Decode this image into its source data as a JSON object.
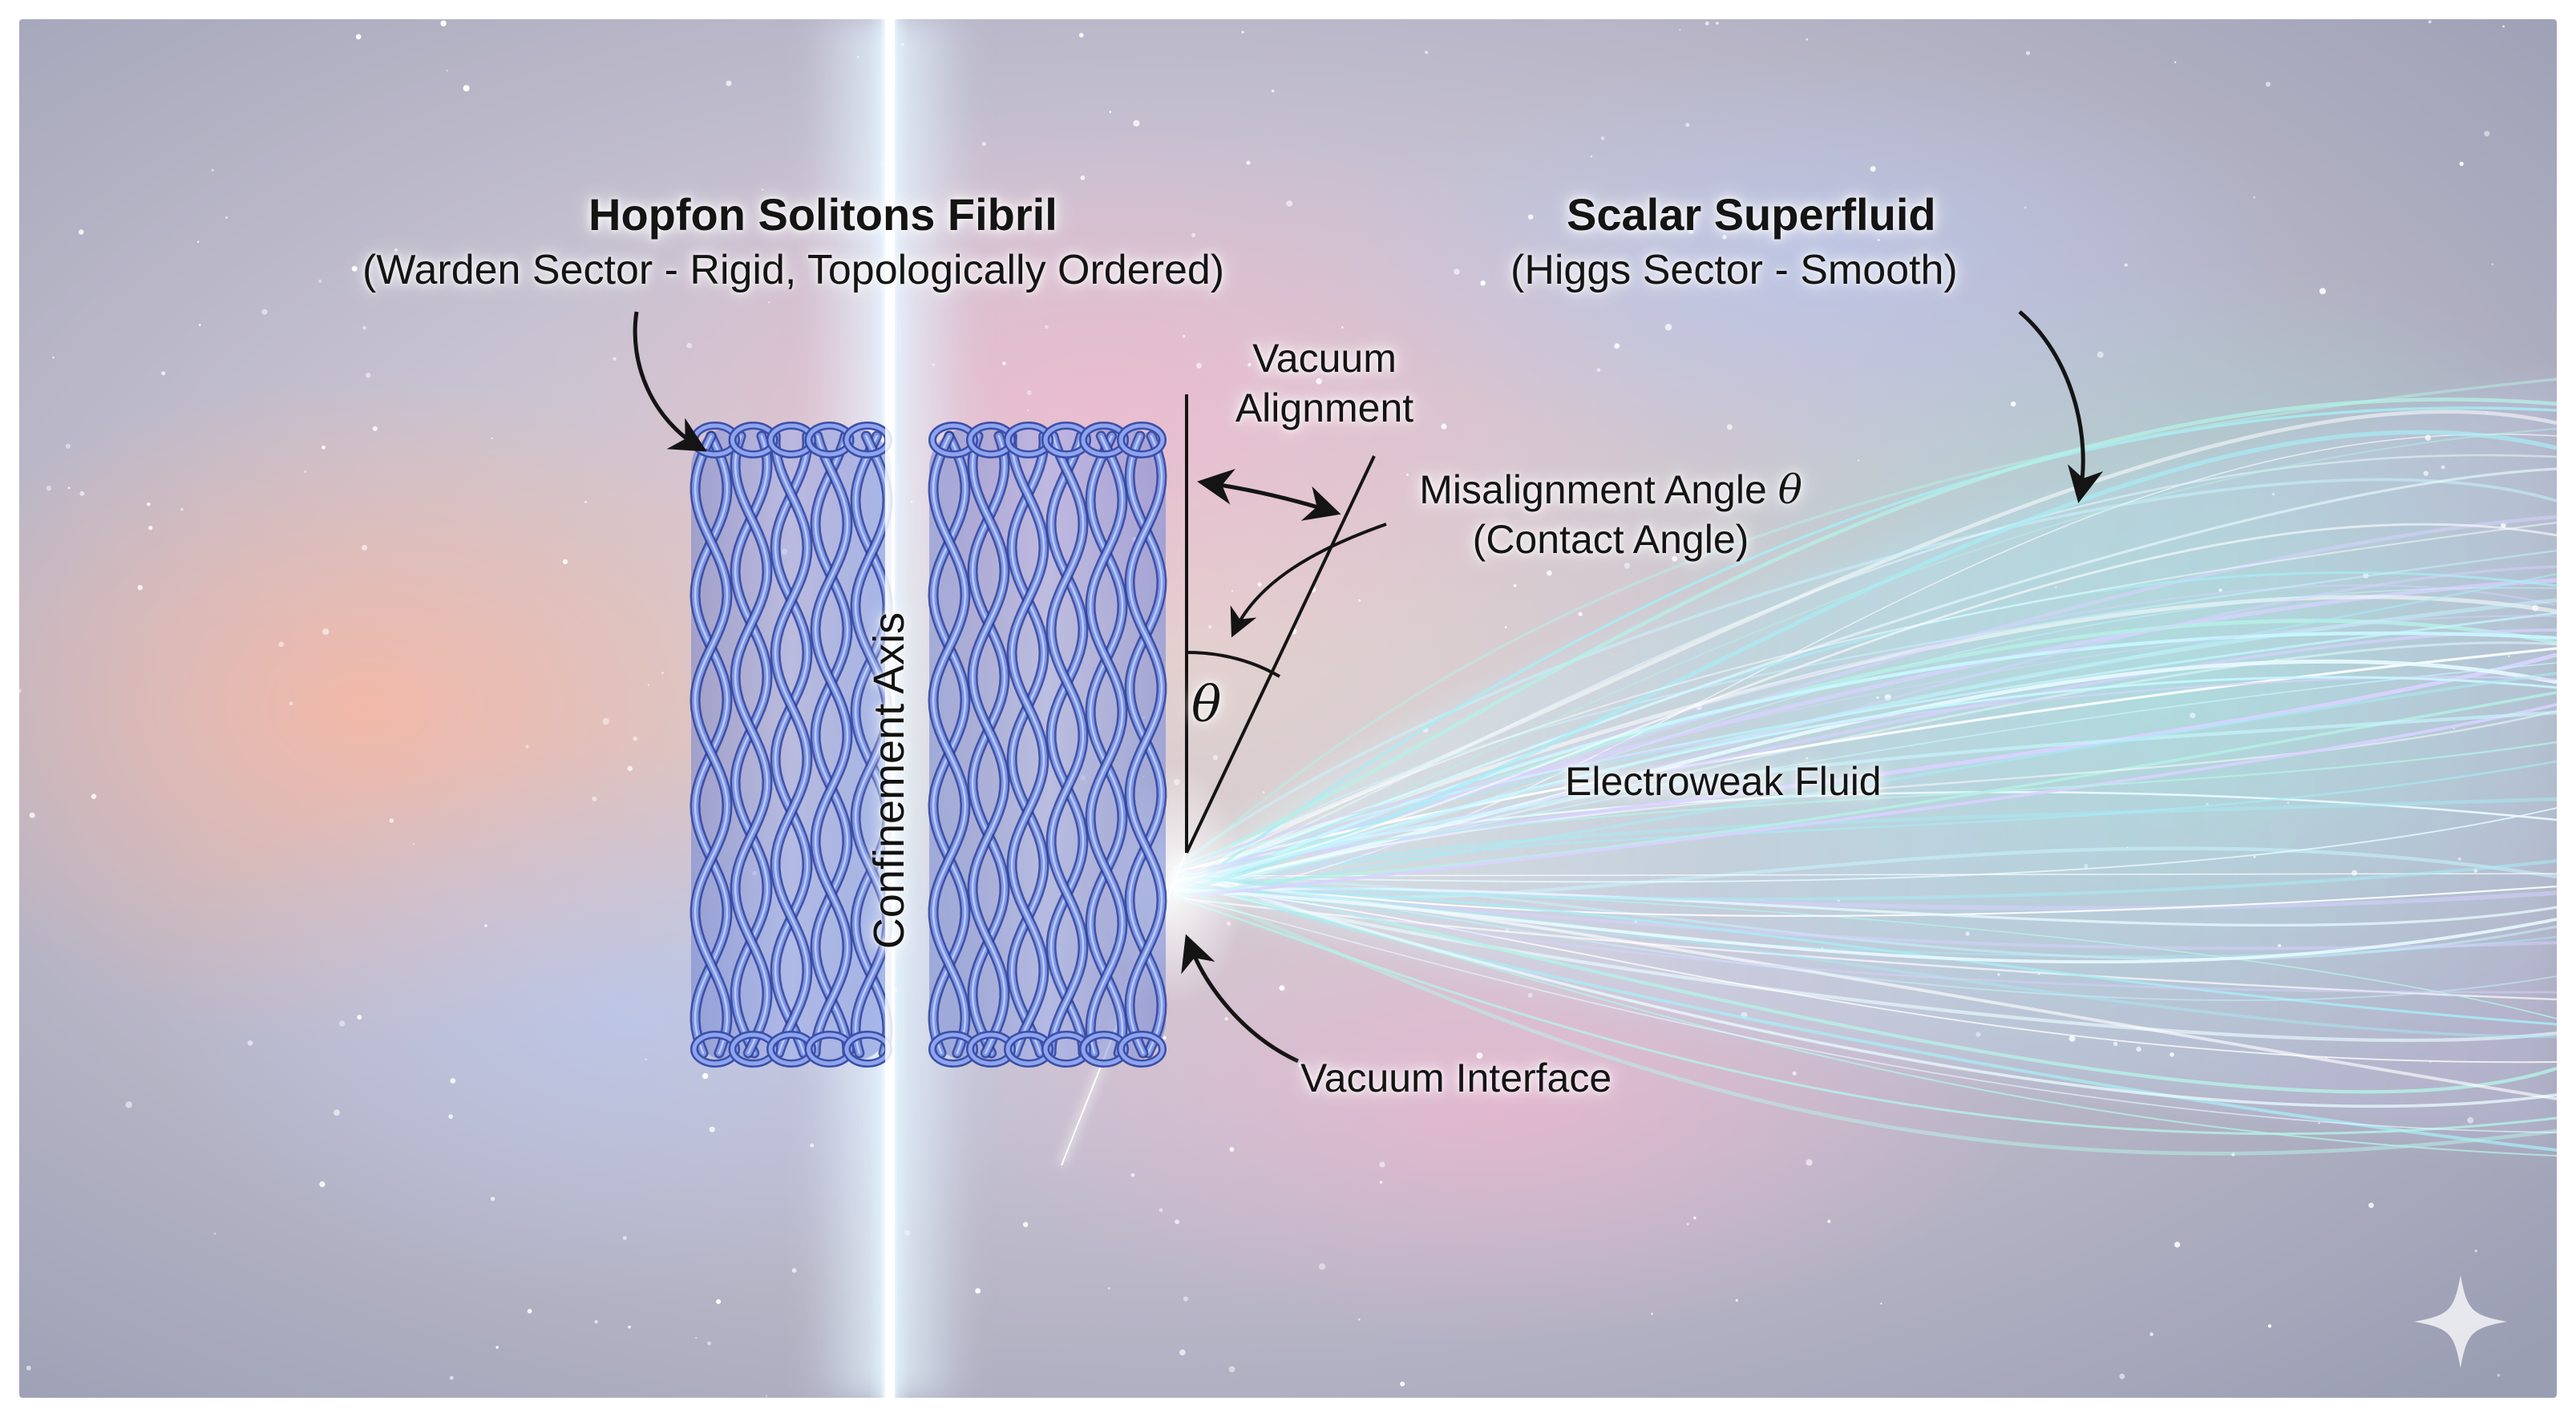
{
  "labels": {
    "fibril_title": "Hopfon Solitons Fibril",
    "fibril_subtitle": "(Warden Sector - Rigid, Topologically Ordered)",
    "fluid_title": "Scalar Superfluid",
    "fluid_subtitle": "(Higgs Sector - Smooth)",
    "vacuum_alignment_line1": "Vacuum",
    "vacuum_alignment_line2": "Alignment",
    "misalignment_line1": "Misalignment Angle",
    "misalignment_symbol": "θ",
    "contact_angle": "(Contact Angle)",
    "theta_symbol": "θ",
    "confinement_axis": "Confinement Axis",
    "electroweak_fluid": "Electroweak Fluid",
    "vacuum_interface": "Vacuum Interface"
  },
  "icons": {
    "corner_mark": "sparkle-icon"
  },
  "colors": {
    "background": "#b9b6c7",
    "fibril_blue": "#5873cf",
    "fluid_cyan": "#bff4ff",
    "label_text": "#141414"
  }
}
